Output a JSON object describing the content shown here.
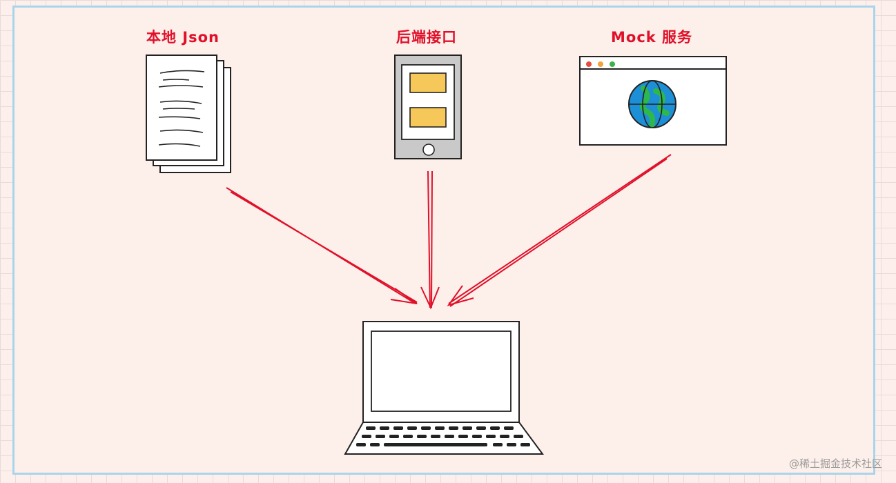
{
  "sources": [
    {
      "label": "本地 Json",
      "icon": "document-stack-icon"
    },
    {
      "label": "后端接口",
      "icon": "tablet-icon"
    },
    {
      "label": "Mock 服务",
      "icon": "browser-globe-icon"
    }
  ],
  "target": {
    "icon": "laptop-icon"
  },
  "watermark": "@稀土掘金技术社区",
  "colors": {
    "label": "#e0102a",
    "arrow": "#e0102a",
    "frame": "#a9d4ec",
    "background": "#fdefe9"
  }
}
